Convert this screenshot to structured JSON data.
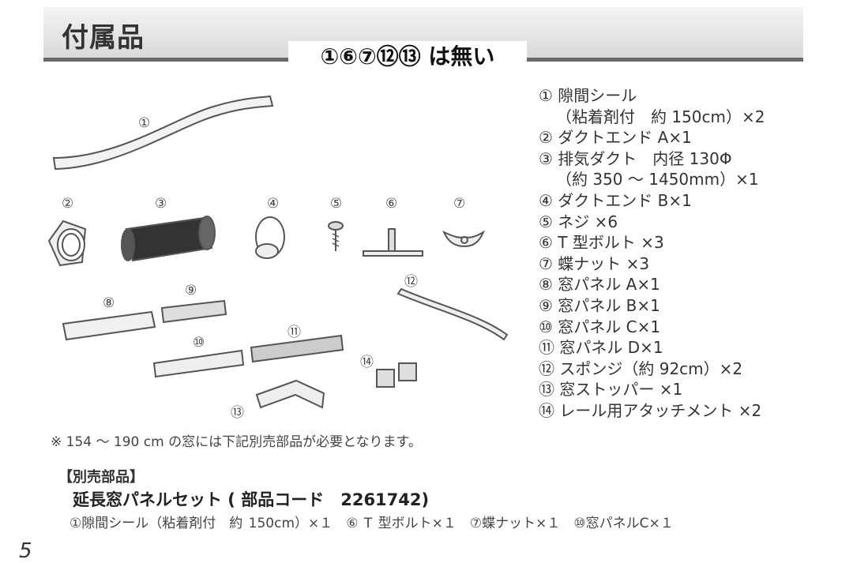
{
  "header": {
    "title": "付属品",
    "note": "①⑥⑦⑫⑬ は無い"
  },
  "parts": [
    {
      "text": "① 隙間シール"
    },
    {
      "text": "（粘着剤付　約 150cm）×2",
      "cont": true
    },
    {
      "text": "② ダクトエンド A×1"
    },
    {
      "text": "③ 排気ダクト　内径 130Φ"
    },
    {
      "text": "（約 350 ～ 1450mm）×1",
      "cont": true
    },
    {
      "text": "④ ダクトエンド B×1"
    },
    {
      "text": "⑤ ネジ ×6"
    },
    {
      "text": "⑥ T 型ボルト ×3"
    },
    {
      "text": "⑦ 蝶ナット ×3"
    },
    {
      "text": "⑧ 窓パネル A×1"
    },
    {
      "text": "⑨ 窓パネル B×1"
    },
    {
      "text": "⑩ 窓パネル C×1"
    },
    {
      "text": "⑪ 窓パネル D×1"
    },
    {
      "text": "⑫ スポンジ（約 92cm）×2"
    },
    {
      "text": "⑬ 窓ストッパー ×1"
    },
    {
      "text": "⑭ レール用アタッチメント ×2"
    }
  ],
  "illustration_labels": {
    "l1": "①",
    "l2": "②",
    "l3": "③",
    "l4": "④",
    "l5": "⑤",
    "l6": "⑥",
    "l7": "⑦",
    "l8": "⑧",
    "l9": "⑨",
    "l10": "⑩",
    "l11": "⑪",
    "l12": "⑫",
    "l13": "⑬",
    "l14": "⑭"
  },
  "footnote": "※ 154 ～ 190 cm の窓には下記別売部品が必要となります。",
  "separately_sold": {
    "title": "【別売部品】",
    "name": "延長窓パネルセット ( 部品コード　2261742)",
    "items": "①隙間シール（粘着剤付　約 150cm）×１　⑥ T 型ボルト×１　⑦蝶ナット×１　⑩窓パネルC×１"
  },
  "page_number": "5"
}
